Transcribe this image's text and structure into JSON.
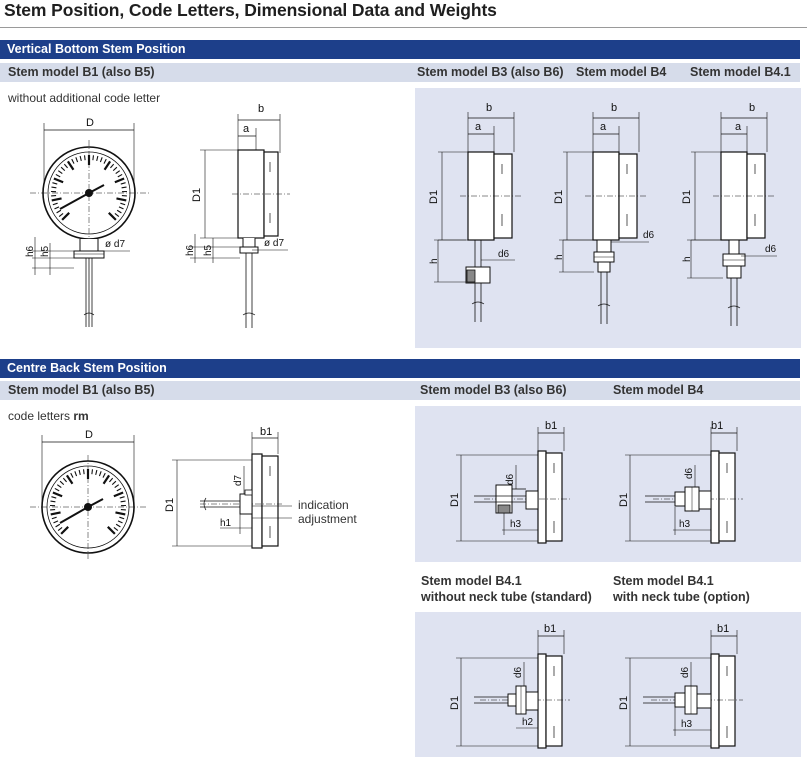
{
  "page": {
    "title": "Stem Position, Code Letters, Dimensional Data and Weights"
  },
  "vertical": {
    "header": "Vertical Bottom Stem Position",
    "model_b1": "Stem model B1 (also B5)",
    "model_b3": "Stem model B3 (also B6)",
    "model_b4": "Stem model B4",
    "model_b41": "Stem model B4.1",
    "note": "without additional code letter"
  },
  "centre": {
    "header": "Centre Back Stem Position",
    "model_b1": "Stem model B1 (also B5)",
    "model_b3": "Stem model B3 (also B6)",
    "model_b4": "Stem model B4",
    "note_prefix": "code letters ",
    "note_bold": "rm",
    "indication_line1": "indication",
    "indication_line2": "adjustment",
    "b41_std_line1": "Stem model B4.1",
    "b41_std_line2": "without neck tube (standard)",
    "b41_opt_line1": "Stem model B4.1",
    "b41_opt_line2": "with neck tube (option)"
  },
  "dims": {
    "D": "D",
    "D1": "D1",
    "a": "a",
    "b": "b",
    "b1": "b1",
    "h": "h",
    "h1": "h1",
    "h2": "h2",
    "h3": "h3",
    "h5": "h5",
    "h6": "h6",
    "d6": "d6",
    "d7": "ø d7",
    "d7_plain": "d7"
  },
  "colors": {
    "band": "#1d3f8a",
    "subband": "#d6dcea",
    "panel": "#dfe3f1"
  }
}
